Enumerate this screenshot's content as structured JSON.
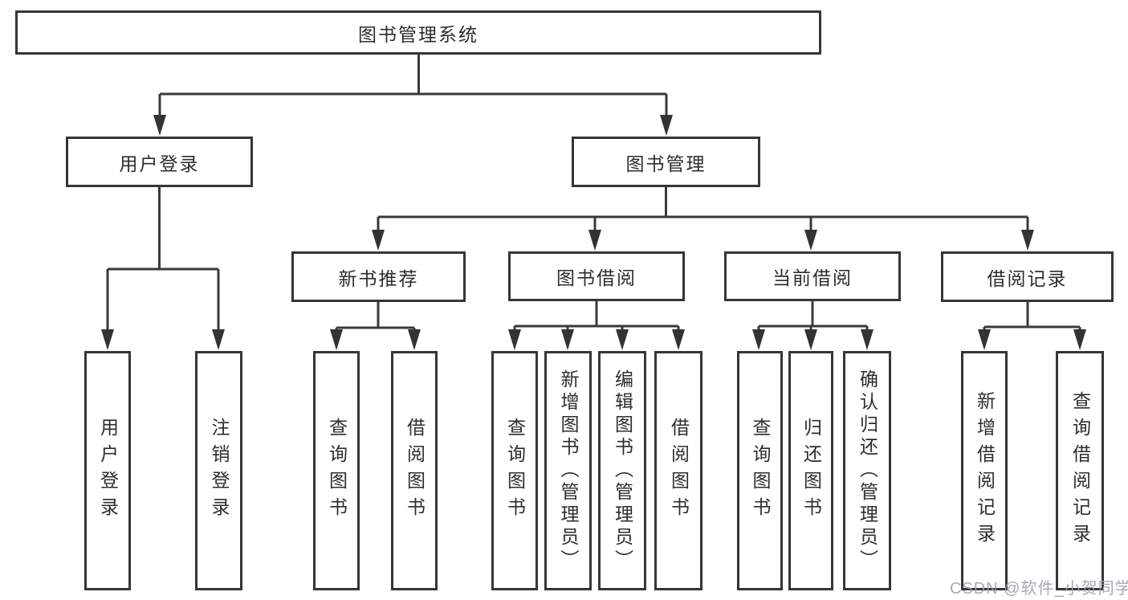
{
  "diagram_type": "tree",
  "tree": {
    "root": {
      "label": "图书管理系统",
      "children": [
        {
          "label": "用户登录",
          "children": [
            {
              "label": "用户登录"
            },
            {
              "label": "注销登录"
            }
          ]
        },
        {
          "label": "图书管理",
          "children": [
            {
              "label": "新书推荐",
              "children": [
                {
                  "label": "查询图书"
                },
                {
                  "label": "借阅图书"
                }
              ]
            },
            {
              "label": "图书借阅",
              "children": [
                {
                  "label": "查询图书"
                },
                {
                  "label": "新增图书（管理员）"
                },
                {
                  "label": "编辑图书（管理员）"
                },
                {
                  "label": "借阅图书"
                }
              ]
            },
            {
              "label": "当前借阅",
              "children": [
                {
                  "label": "查询图书"
                },
                {
                  "label": "归还图书"
                },
                {
                  "label": "确认归还（管理员）"
                }
              ]
            },
            {
              "label": "借阅记录",
              "children": [
                {
                  "label": "新增借阅记录"
                },
                {
                  "label": "查询借阅记录"
                }
              ]
            }
          ]
        }
      ]
    }
  },
  "watermark": {
    "text": "CSDN @软件_小贺同学"
  },
  "colors": {
    "background": "#ffffff",
    "box_border": "#363636",
    "line": "#3a3a3a",
    "text": "#2d2d2d",
    "watermark": "#9aa0ac"
  }
}
